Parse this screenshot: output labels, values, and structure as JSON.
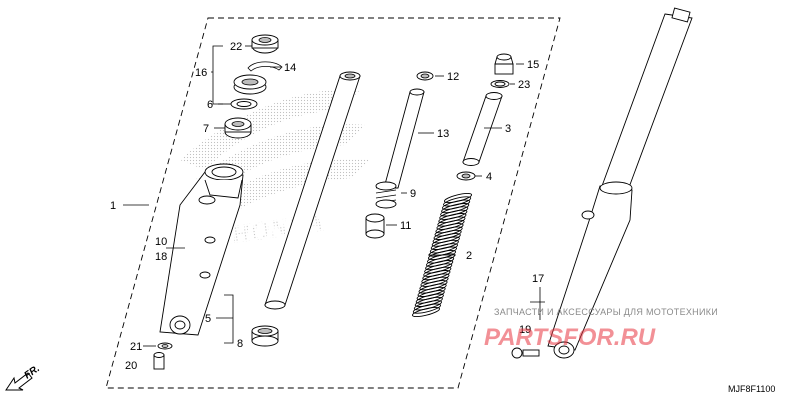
{
  "callouts": {
    "n1": "1",
    "n2": "2",
    "n3": "3",
    "n4": "4",
    "n5": "5",
    "n6": "6",
    "n7": "7",
    "n8": "8",
    "n9": "9",
    "n10": "10",
    "n11": "11",
    "n12": "12",
    "n13": "13",
    "n14": "14",
    "n15": "15",
    "n16": "16",
    "n17": "17",
    "n18": "18",
    "n19": "19",
    "n20": "20",
    "n21": "21",
    "n22": "22",
    "n23": "23"
  },
  "direction": "FR.",
  "diagram_code": "MJF8F1100",
  "watermark": {
    "caption": "ЗАПЧАСТИ И АКСЕССУАРЫ ДЛЯ МОТОТЕХНИКИ",
    "brand": "PARTSFOR.RU"
  },
  "background_logo": "HONDA"
}
